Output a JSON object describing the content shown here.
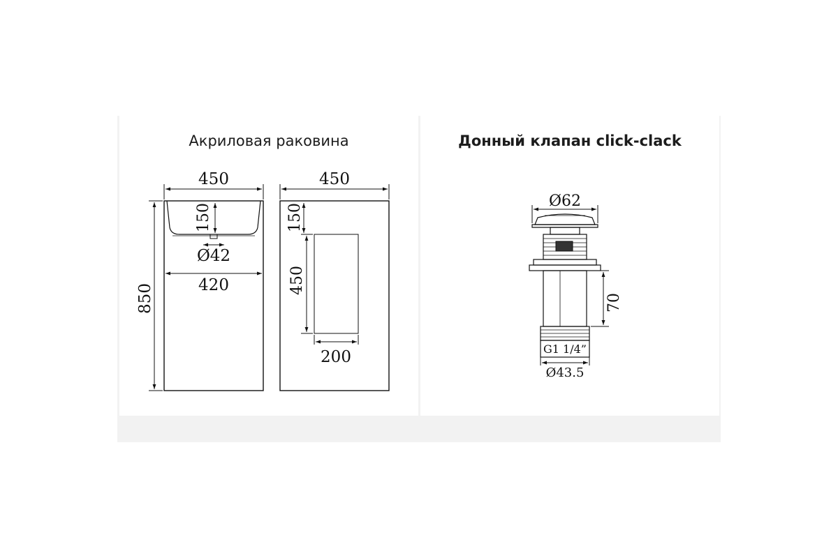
{
  "panels": {
    "sink": {
      "title": "Акриловая раковина",
      "dims": {
        "front_width": "450",
        "bowl_depth": "150",
        "drain": "Ø42",
        "inner_width": "420",
        "height": "850",
        "side_width": "450",
        "side_top": "150",
        "recess_height": "450",
        "recess_width": "200"
      }
    },
    "valve": {
      "title": "Донный клапан click-clack",
      "dims": {
        "cap": "Ø62",
        "body_height": "70",
        "thread": "G1 1/4”",
        "bottom": "Ø43.5"
      }
    }
  },
  "colors": {
    "line": "#111111",
    "panel_bg": "#ffffff",
    "frame_bg": "#f2f2f2"
  }
}
